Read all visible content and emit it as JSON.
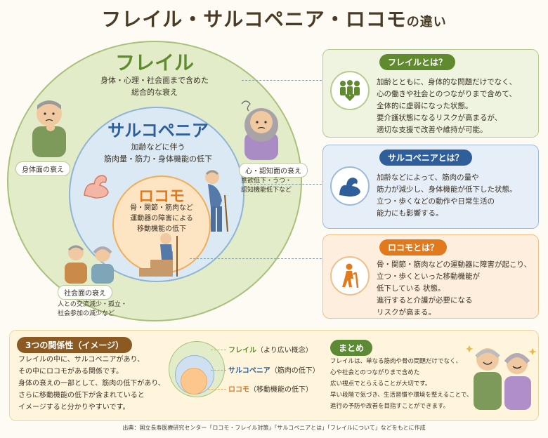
{
  "title": {
    "main": "フレイル・サルコペニア・ロコモ",
    "suffix": "の違い"
  },
  "circles": {
    "frail": {
      "label": "フレイル",
      "text_line1": "身体・心理・社会面まで含めた",
      "text_line2": "総合的な衰え"
    },
    "sarco": {
      "label": "サルコペニア",
      "text_line1": "加齢などに伴う",
      "text_line2": "筋肉量・筋力・身体機能の低下"
    },
    "loco": {
      "label": "ロコモ",
      "text_line1": "骨・関節・筋肉など",
      "text_line2": "運動器の障害による",
      "text_line3": "移動機能の低下"
    }
  },
  "tags": {
    "physical": "身体面の衰え",
    "mental": "心・認知面の衰え",
    "mental_note1": "意欲低下・うつ・",
    "mental_note2": "認知機能低下など",
    "social": "社会面の衰え",
    "social_note1": "人との交流減少・孤立・",
    "social_note2": "社会参加の減少など"
  },
  "boxes": {
    "frail": {
      "heading": "フレイルとは？",
      "lines": [
        "加齢とともに、身体的な問題だけでなく、",
        "心の働きや社会とのつながりまで含めて、",
        "全体的に虚弱になった状態。",
        "要介護状態になるリスクが高まるが、",
        "適切な支援で改善や維持が可能。"
      ]
    },
    "sarco": {
      "heading": "サルコペニアとは？",
      "lines": [
        "加齢などによって、筋肉の量や",
        "筋力が減少し、身体機能が低下した状態。",
        "立つ・歩くなどの動作や日常生活の",
        "能力にも影響する。"
      ]
    },
    "loco": {
      "heading": "ロコモとは？",
      "lines": [
        "骨・関節・筋肉などの運動器に障害が起こり、",
        "立つ・歩くといった移動機能が",
        "低下している 状態。",
        "進行すると介護が必要になる",
        "リスクが高まる。"
      ]
    }
  },
  "relation": {
    "heading": "3つの関係性（イメージ）",
    "lines": [
      "フレイルの中に、サルコペニアがあり、",
      "その中にロコモがある関係です。",
      "身体の衰えの一部として、筋肉の低下があり、",
      "さらに移動機能の低下が含まれていると",
      "イメージすると分かりやすいです。"
    ],
    "legend": {
      "frail_name": "フレイル",
      "frail_desc": "（より広い概念）",
      "sarco_name": "サルコペニア",
      "sarco_desc": "（筋肉の低下）",
      "loco_name": "ロコモ",
      "loco_desc": "（移動機能の低下）"
    }
  },
  "summary": {
    "heading": "まとめ",
    "lines": [
      "フレイルは、単なる筋肉や骨の問題だけでなく、",
      "心や社会とのつながりまで含めた",
      "広い視点でとらえることが大切です。",
      "早い段階で気づき、生活習慣や環境を整えることで、",
      "進行の予防や改善を目指すことができます。"
    ]
  },
  "source": "出典：国立長寿医療研究センター「ロコモ・フレイル対策」「サルコペニアとは」「フレイルについて」などをもとに作成",
  "colors": {
    "frail": "#5f8b2e",
    "sarco": "#2f5f9a",
    "loco": "#e07a1c",
    "brown": "#8a5a22"
  },
  "icons": {
    "frail": "people-heart-icon",
    "sarco": "flexed-arm-icon",
    "loco": "walking-cane-icon"
  }
}
